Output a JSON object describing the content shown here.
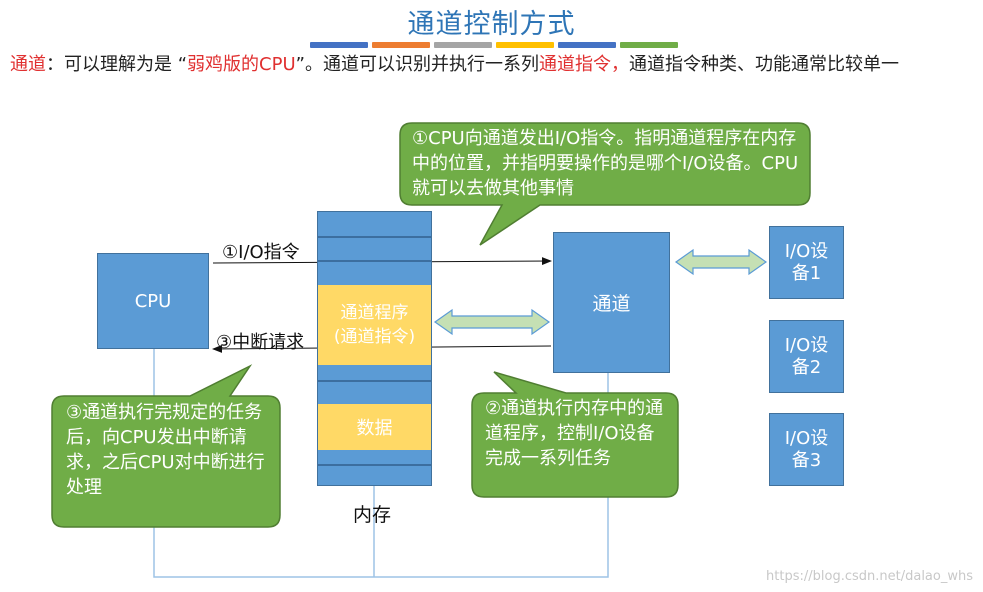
{
  "title": "通道控制方式",
  "title_bar_colors": [
    "#4472c4",
    "#ed7d31",
    "#a5a5a5",
    "#ffc000",
    "#4472c4",
    "#70ad47"
  ],
  "intro": {
    "t1": "通道",
    "t2": "：可以理解为是 “",
    "t3": "弱鸡版的CPU",
    "t4": "”。通道可以识别并执行一系列",
    "t5": "通道指令，",
    "t6": "通道指令种类、功能通常比较单一"
  },
  "boxes": {
    "cpu": "CPU",
    "channel": "通道",
    "io_devices": [
      "I/O设\n备1",
      "I/O设\n备2",
      "I/O设\n备3"
    ]
  },
  "memory": {
    "program": "通道程序\n(通道指令)",
    "data": "数据",
    "label": "内存"
  },
  "arrows": {
    "io_instruction": "①I/O指令",
    "interrupt_request": "③中断请求"
  },
  "callouts": {
    "c1": "①CPU向通道发出I/O指令。指明通道程序在内存中的位置，并指明要操作的是哪个I/O设备。CPU就可以去做其他事情",
    "c2": "②通道执行内存中的通道程序，控制I/O设备完成一系列任务",
    "c3": "③通道执行完规定的任务后，向CPU发出中断请求，之后CPU对中断进行处理"
  },
  "colors": {
    "box_blue": "#5b9bd5",
    "memory_yellow": "#ffd966",
    "callout_green": "#70ad47",
    "title_blue": "#2e75b6",
    "highlight_red": "#e03030"
  },
  "watermark": "https://blog.csdn.net/dalao_whs"
}
